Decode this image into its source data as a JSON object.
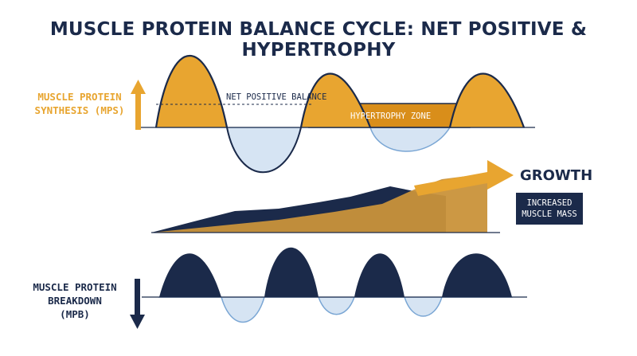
{
  "title": "MUSCLE PROTEIN BALANCE CYCLE: NET POSITIVE & HYPERTROPHY",
  "mps": {
    "label_line1": "MUSCLE PROTEIN",
    "label_line2": "SYNTHESIS (MPS)"
  },
  "mpb": {
    "label_line1": "MUSCLE PROTEIN",
    "label_line2": "BREAKDOWN",
    "label_line3": "(MPB)"
  },
  "annotations": {
    "net_positive": "NET POSITIVE BALANCE",
    "hypertrophy_zone": "HYPERTROPHY ZONE",
    "growth": "GROWTH",
    "increased_line1": "INCREASED",
    "increased_line2": "MUSCLE MASS"
  },
  "colors": {
    "navy": "#1b2a4a",
    "gold": "#e8a530",
    "light_blue": "#d6e4f3",
    "blue_stroke": "#7aa6d4"
  }
}
